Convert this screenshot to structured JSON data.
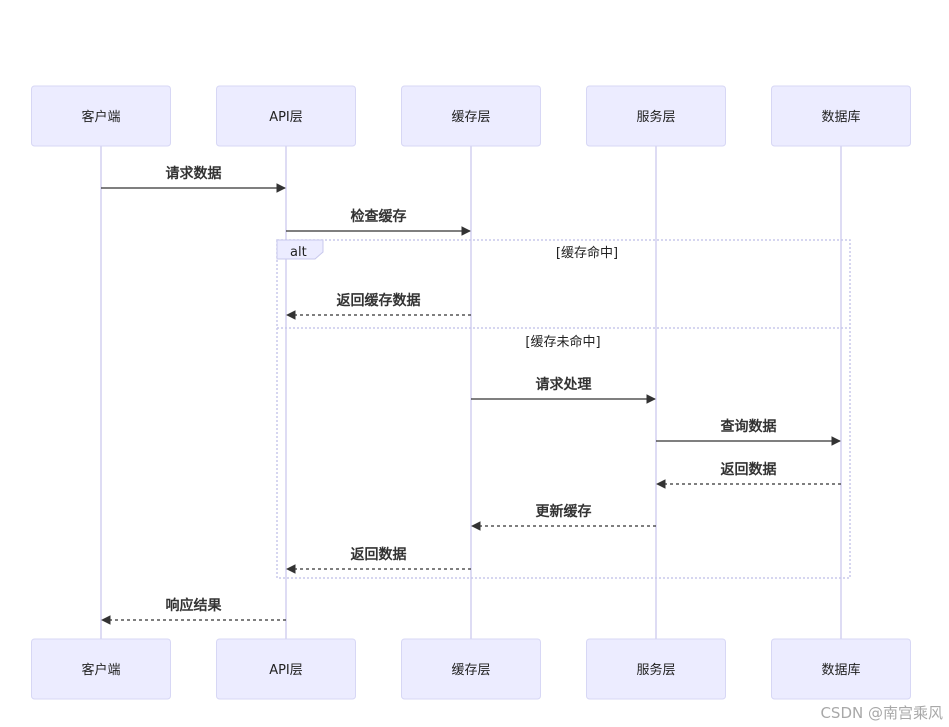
{
  "participants": [
    {
      "id": "client",
      "label": "客户端"
    },
    {
      "id": "api",
      "label": "API层"
    },
    {
      "id": "cache",
      "label": "缓存层"
    },
    {
      "id": "service",
      "label": "服务层"
    },
    {
      "id": "db",
      "label": "数据库"
    }
  ],
  "messages": [
    {
      "from": "client",
      "to": "api",
      "label": "请求数据",
      "style": "solid"
    },
    {
      "from": "api",
      "to": "cache",
      "label": "检查缓存",
      "style": "solid"
    },
    {
      "from": "cache",
      "to": "api",
      "label": "返回缓存数据",
      "style": "dashed"
    },
    {
      "from": "cache",
      "to": "service",
      "label": "请求处理",
      "style": "solid"
    },
    {
      "from": "service",
      "to": "db",
      "label": "查询数据",
      "style": "solid"
    },
    {
      "from": "db",
      "to": "service",
      "label": "返回数据",
      "style": "dashed"
    },
    {
      "from": "service",
      "to": "cache",
      "label": "更新缓存",
      "style": "dashed"
    },
    {
      "from": "cache",
      "to": "api",
      "label": "返回数据",
      "style": "dashed"
    },
    {
      "from": "api",
      "to": "client",
      "label": "响应结果",
      "style": "dashed"
    }
  ],
  "alt_block": {
    "keyword": "alt",
    "sections": [
      {
        "condition": "[缓存命中]",
        "message_count": 1
      },
      {
        "condition": "[缓存未命中]",
        "message_count": 5
      }
    ]
  },
  "watermark": "CSDN @南宫乘风",
  "colors": {
    "actor_fill": "#ececff",
    "lifeline": "#d3d0f0",
    "arrow": "#333333"
  }
}
